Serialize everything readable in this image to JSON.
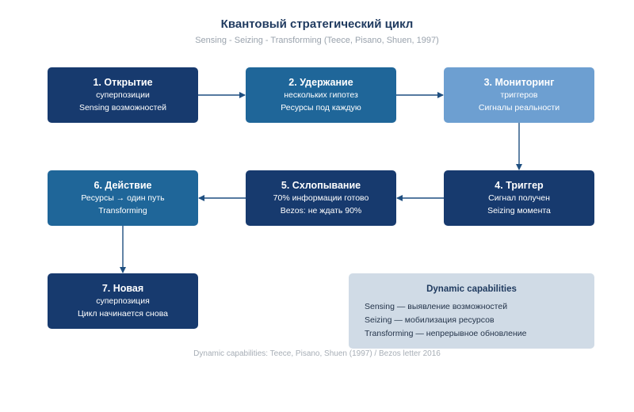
{
  "title": "Квантовый стратегический цикл",
  "subtitle": "Sensing - Seizing - Transforming (Teece, Pisano, Shuen, 1997)",
  "steps": [
    {
      "title": "1. Открытие",
      "line1": "суперпозиции",
      "line2": "Sensing возможностей"
    },
    {
      "title": "2. Удержание",
      "line1": "нескольких гипотез",
      "line2": "Ресурсы под каждую"
    },
    {
      "title": "3. Мониторинг",
      "line1": "триггеров",
      "line2": "Сигналы реальности"
    },
    {
      "title": "4. Триггер",
      "line1": "Сигнал получен",
      "line2": "Seizing момента"
    },
    {
      "title": "5. Схлопывание",
      "line1": "70% информации готово",
      "line2": "Bezos: не ждать 90%"
    },
    {
      "title": "6. Действие",
      "line1": "Ресурсы → один путь",
      "line2": "Transforming"
    },
    {
      "title": "7. Новая",
      "line1": "суперпозиция",
      "line2": "Цикл начинается снова"
    }
  ],
  "legend": {
    "title": "Dynamic capabilities",
    "items": [
      "Sensing — выявление возможностей",
      "Seizing — мобилизация ресурсов",
      "Transforming — непрерывное обновление"
    ]
  },
  "footer": "Dynamic capabilities: Teece, Pisano, Shuen (1997) / Bezos letter 2016",
  "colors": {
    "dark": "#173a6e",
    "mid": "#1f6699",
    "light": "#6d9fd1",
    "arrow": "#1f4f80",
    "legend_bg": "#d0dbe6"
  }
}
